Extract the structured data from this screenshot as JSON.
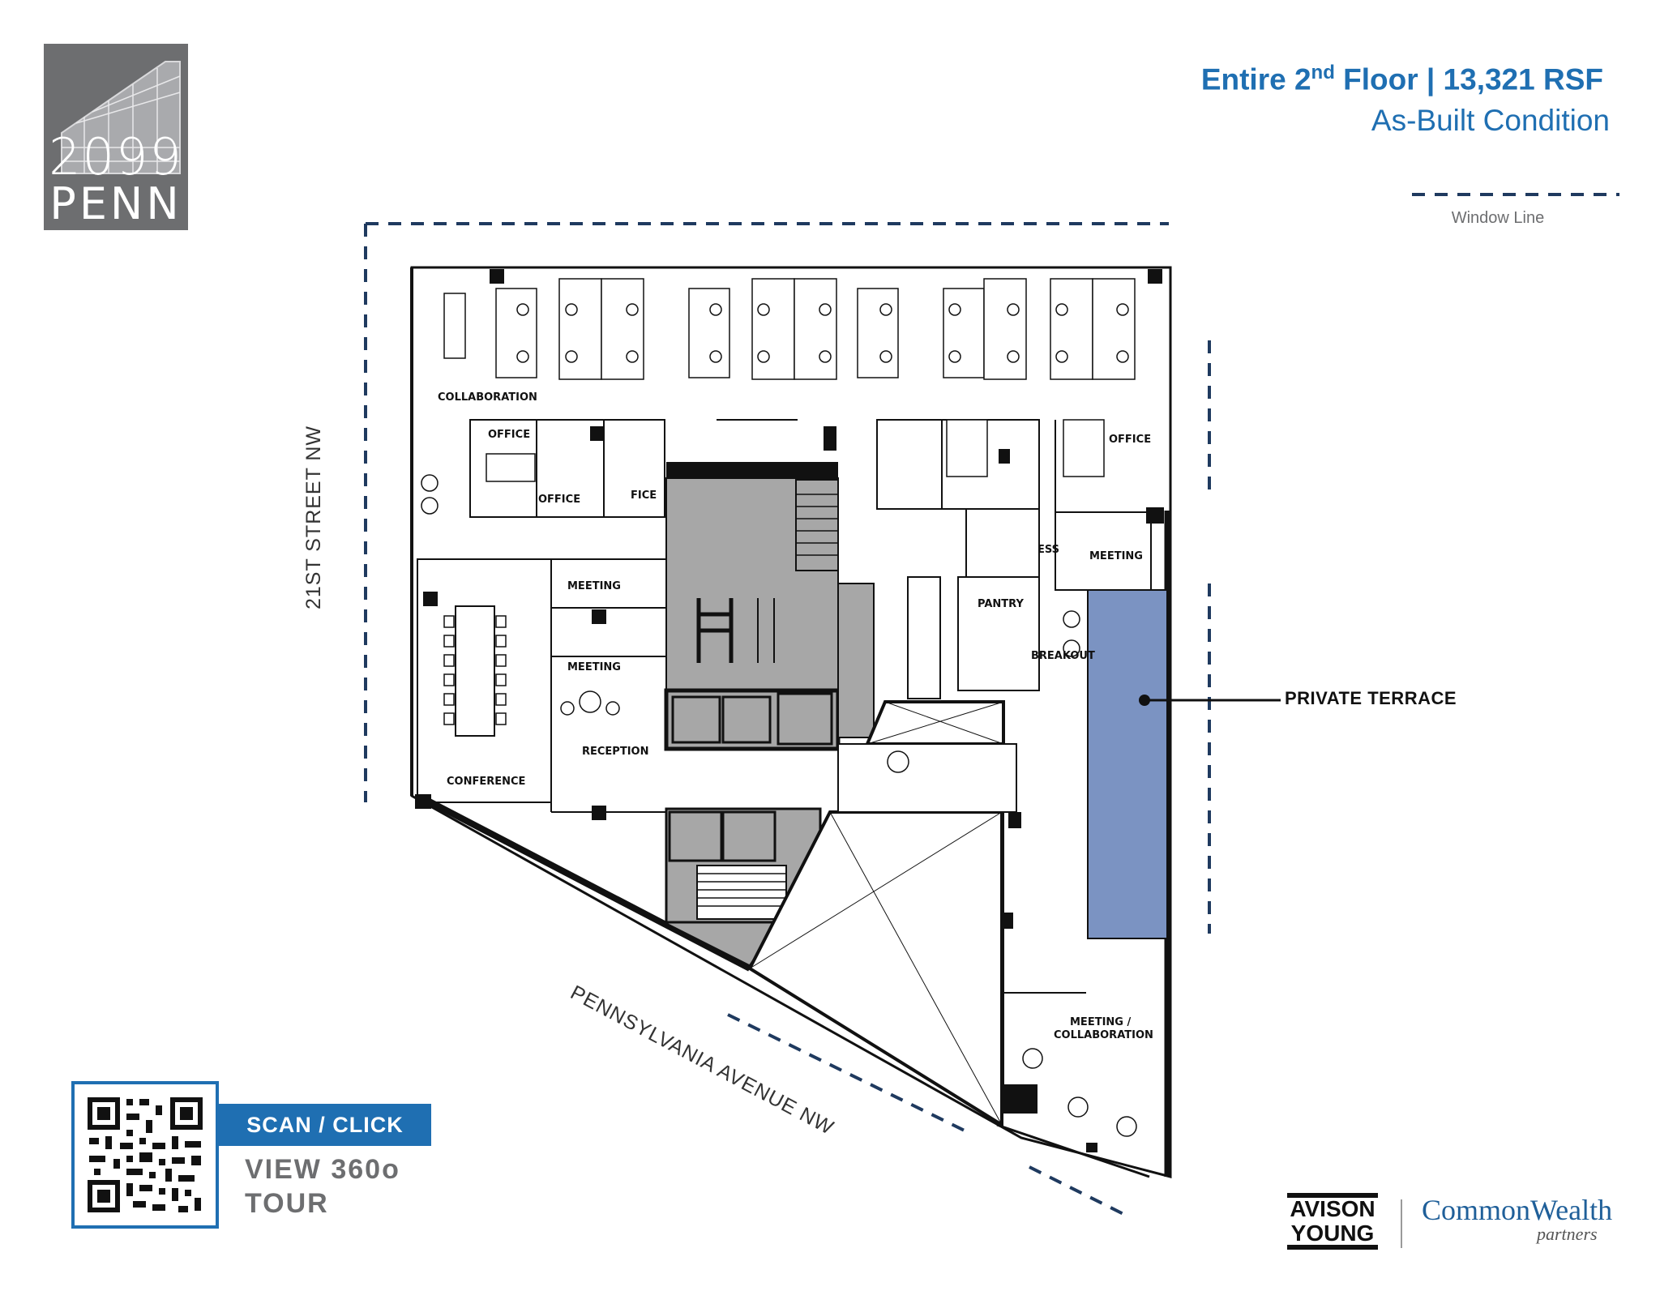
{
  "logo": {
    "number": "2099",
    "name": "PENN"
  },
  "header": {
    "title": "Entire 2nd Floor | 13,321 RSF",
    "title_main": "Entire 2",
    "title_sup": "nd",
    "title_rest": " Floor | 13,321 RSF",
    "subtitle": "As-Built Condition"
  },
  "legend": {
    "window_line_label": "Window Line",
    "window_line_color": "#1f3a5f"
  },
  "streets": {
    "west": "21ST STREET NW",
    "south": "PENNSYLVANIA AVENUE NW"
  },
  "rooms": {
    "collaboration": "COLLABORATION",
    "office_1": "OFFICE",
    "office_2": "OFFICE",
    "office_3": "FICE",
    "office_4": "OFFICE",
    "meeting_1": "MEETING",
    "meeting_2": "MEETING",
    "meeting_3": "MEETING",
    "conference": "CONFERENCE",
    "reception": "RECEPTION",
    "pantry": "PANTRY",
    "breakout": "BREAKOUT",
    "ess": "ESS",
    "meeting_collab_1": "MEETING /",
    "meeting_collab_2": "COLLABORATION"
  },
  "terrace": {
    "label": "PRIVATE TERRACE",
    "color": "#7b93c2"
  },
  "tour": {
    "cta": "SCAN / CLICK",
    "line1": "VIEW 360o",
    "line2": "TOUR"
  },
  "brands": {
    "avison_1": "AVISON",
    "avison_2": "YOUNG",
    "commonwealth": "CommonWealth",
    "partners": "partners"
  },
  "colors": {
    "accent": "#1f6fb2",
    "logo_gray": "#6d6e70",
    "core_gray": "#a7a7a7"
  }
}
